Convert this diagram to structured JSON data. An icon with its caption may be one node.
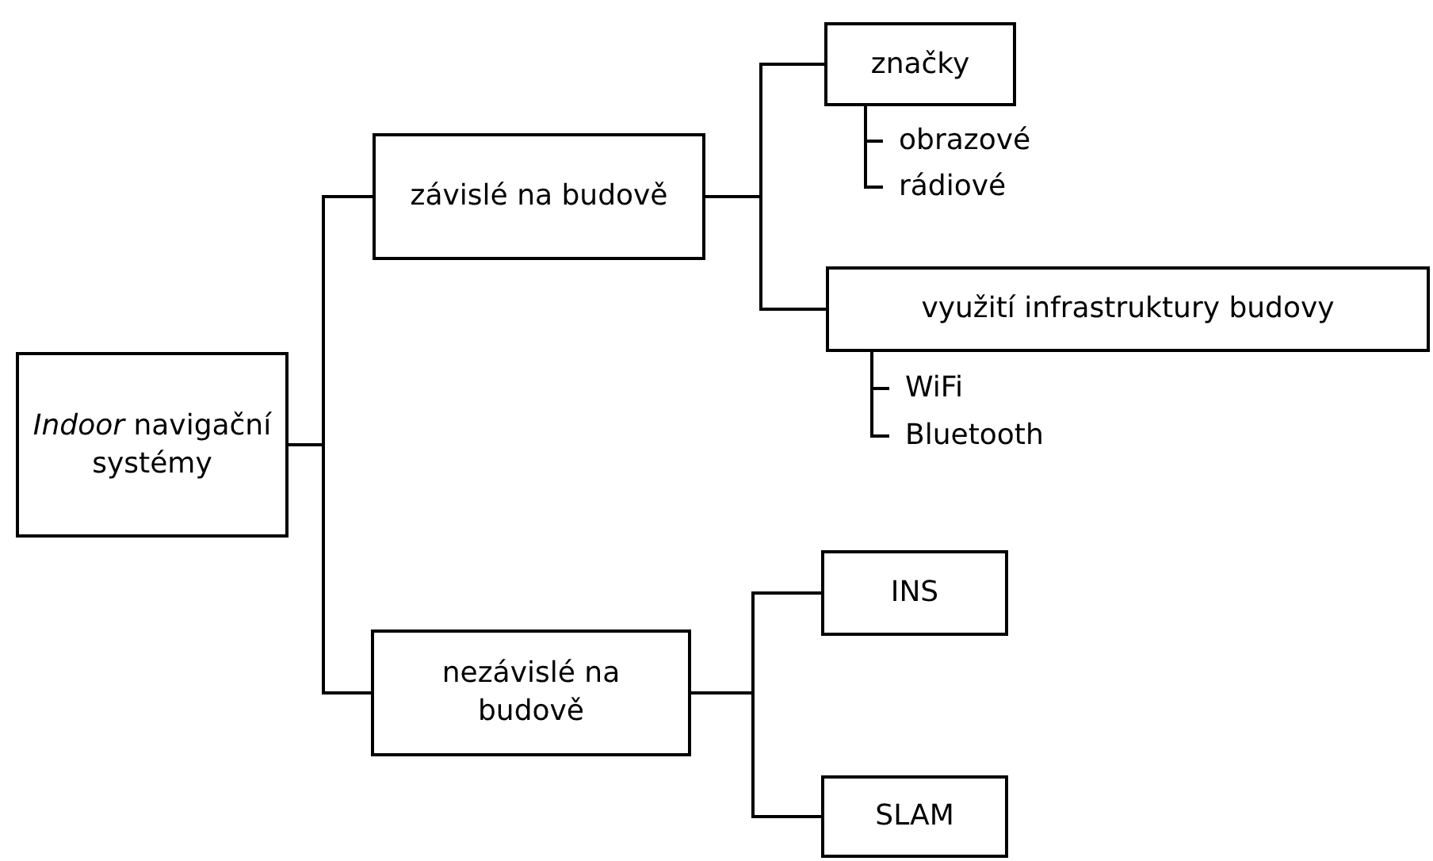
{
  "diagram": {
    "nodes": [
      {
        "text": [
          "*Indoor* navigační systémy"
        ]
      },
      {
        "text": [
          "závislé na budově"
        ]
      },
      {
        "text": [
          "značky"
        ]
      },
      {
        "text": [
          "obrazové"
        ]
      },
      {
        "text": [
          "rádiové"
        ]
      },
      {
        "text": [
          "využití infrastruktury budovy"
        ]
      },
      {
        "text": [
          "WiFi"
        ]
      },
      {
        "text": [
          "Bluetooth"
        ]
      },
      {
        "text": [
          "nezávislé na budově"
        ]
      },
      {
        "text": [
          "INS"
        ]
      },
      {
        "text": [
          "SLAM"
        ]
      }
    ],
    "edges": [
      {
        "from": 0,
        "to": 1,
        "arrow": "none"
      },
      {
        "from": 0,
        "to": 8,
        "arrow": "none"
      },
      {
        "from": 1,
        "to": 2,
        "arrow": "none"
      },
      {
        "from": 1,
        "to": 5,
        "arrow": "none"
      },
      {
        "from": 2,
        "to": 3,
        "arrow": "none"
      },
      {
        "from": 2,
        "to": 4,
        "arrow": "none"
      },
      {
        "from": 5,
        "to": 6,
        "arrow": "none"
      },
      {
        "from": 5,
        "to": 7,
        "arrow": "none"
      },
      {
        "from": 8,
        "to": 9,
        "arrow": "none"
      },
      {
        "from": 8,
        "to": 10,
        "arrow": "none"
      }
    ]
  }
}
